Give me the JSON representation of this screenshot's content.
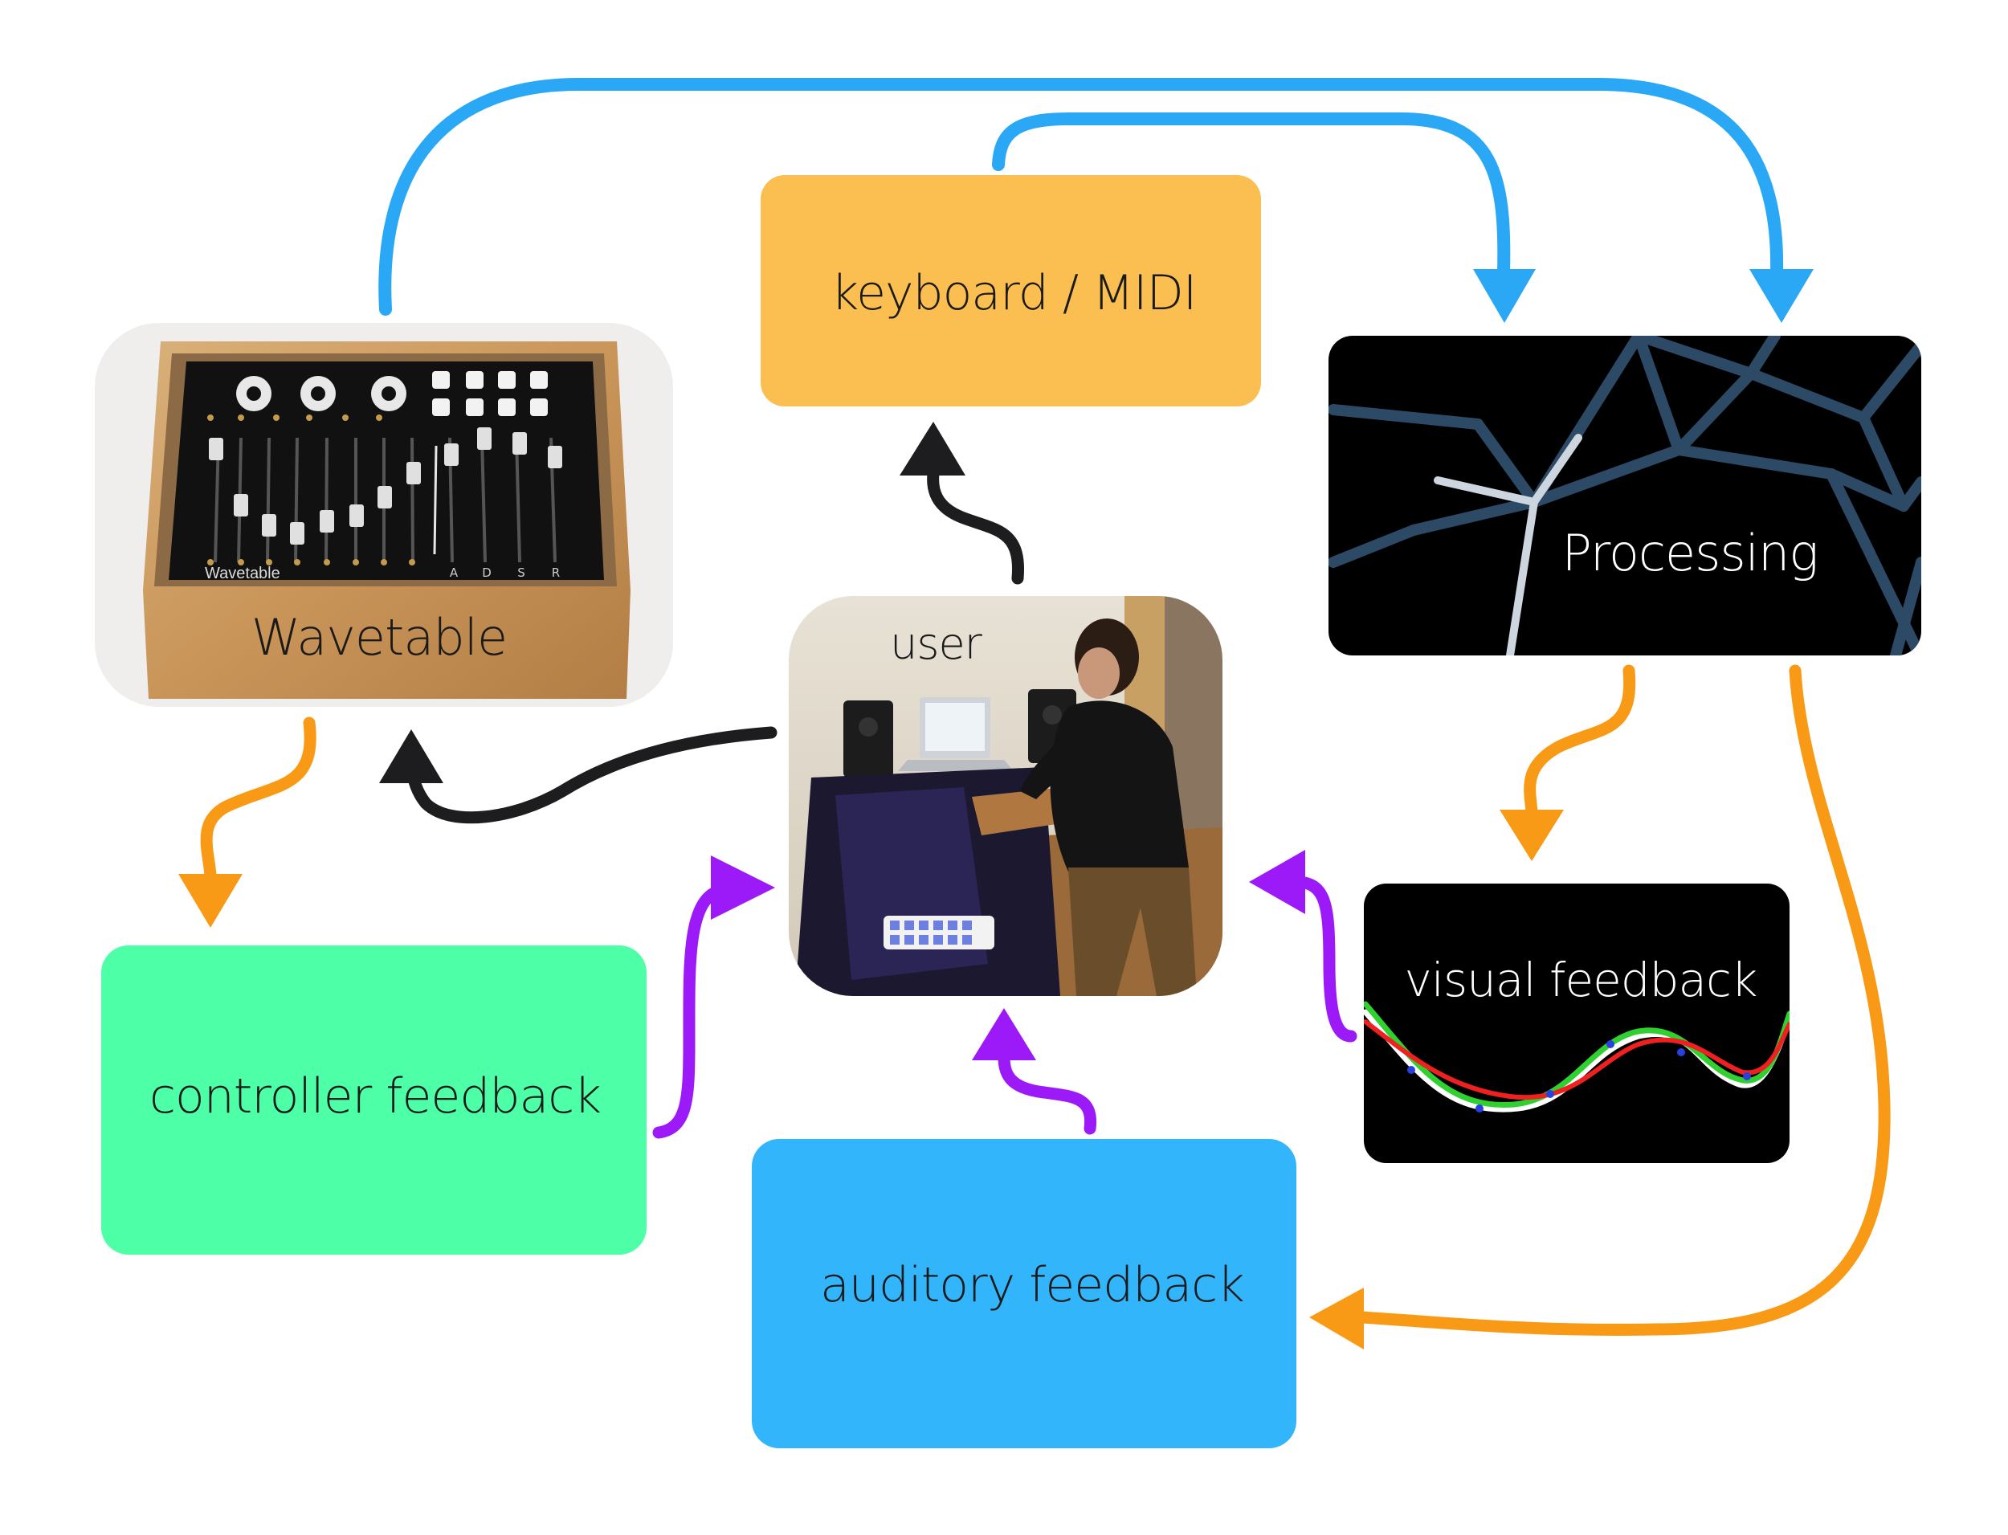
{
  "nodes": {
    "keyboard": {
      "label": "keyboard / MIDI",
      "fill": "#FBBE50"
    },
    "processing": {
      "label": "Processing",
      "fill": "#000000"
    },
    "wavetable": {
      "label": "Wavetable",
      "device_label": "Wavetable",
      "adsr": [
        "A",
        "D",
        "S",
        "R"
      ]
    },
    "user": {
      "label": "user"
    },
    "controller": {
      "label": "controller feedback",
      "fill": "#4DFFA6"
    },
    "visual": {
      "label": "visual feedback",
      "fill": "#000000"
    },
    "auditory": {
      "label": "auditory feedback",
      "fill": "#33B5FB"
    }
  },
  "colors": {
    "blue_arrow": "#2AA8F5",
    "orange_arrow": "#F89A15",
    "purple_arrow": "#9B1AF7",
    "black_arrow": "#1D1D20"
  }
}
